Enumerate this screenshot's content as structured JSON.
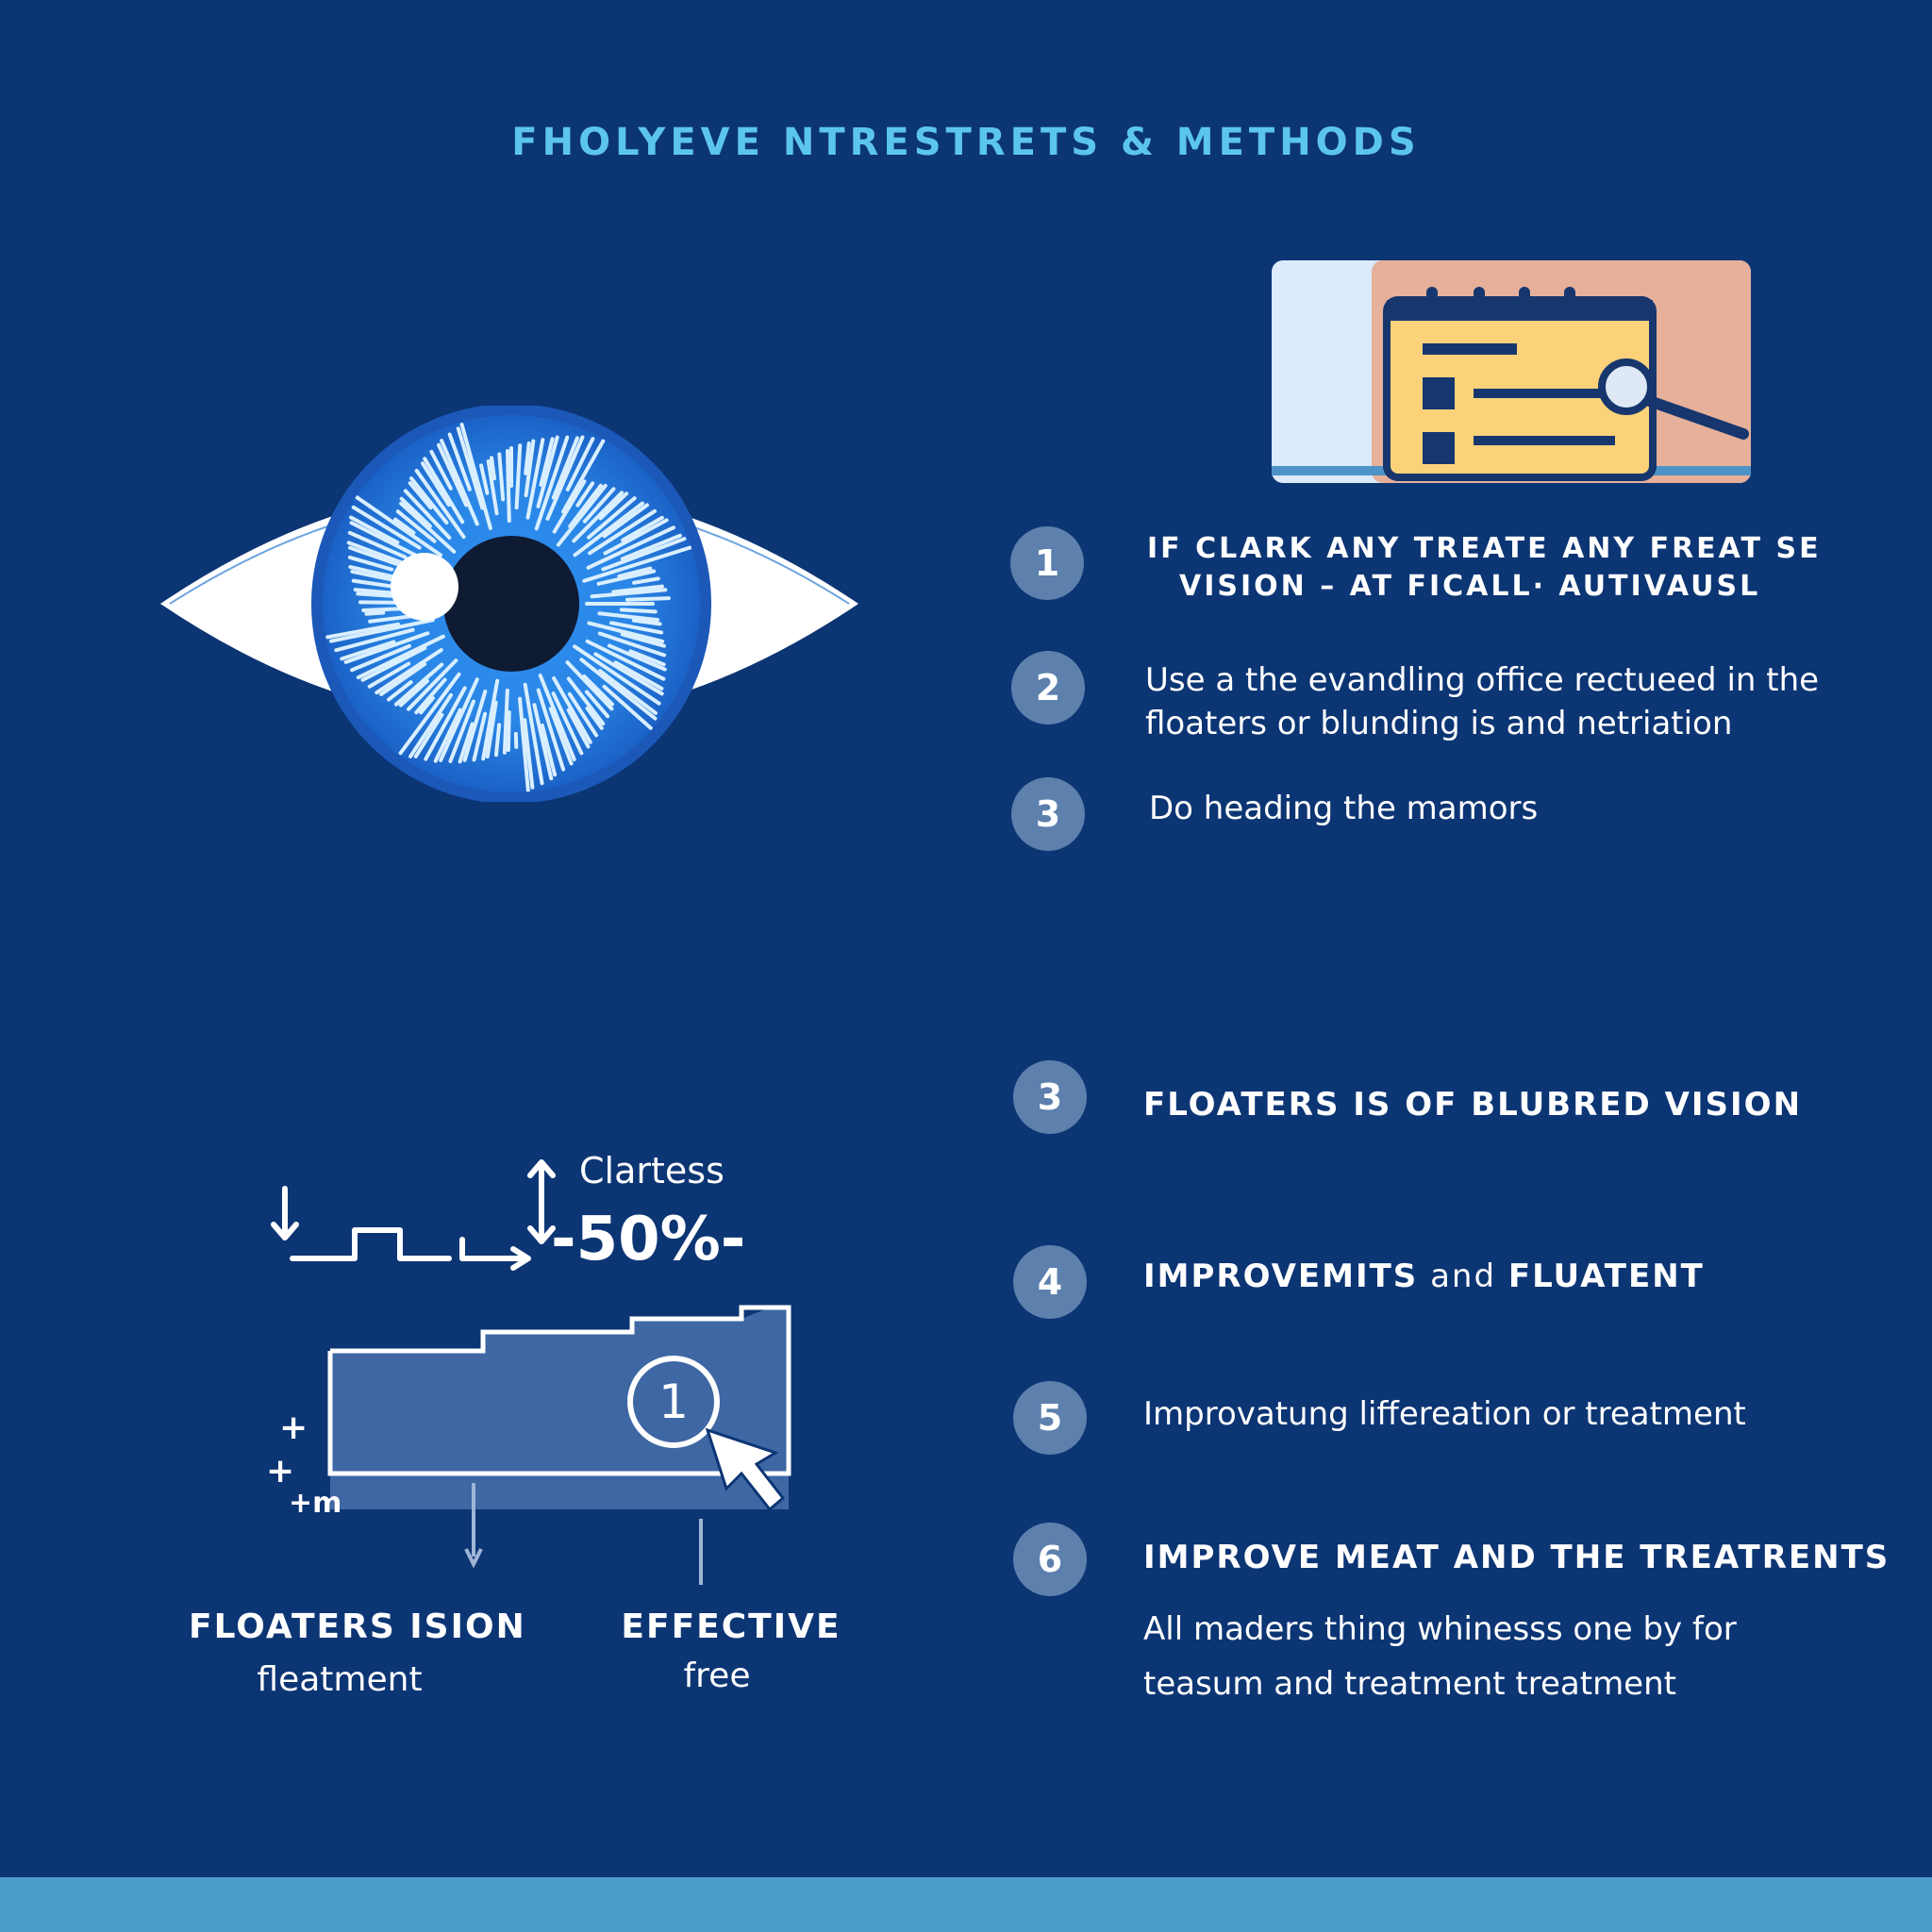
{
  "header": {
    "title": "FHOLYEVE NTRESTRETS & METHODS"
  },
  "illustrations": {
    "eye": "eye-icon",
    "calendar": "calendar-magnifier-icon"
  },
  "steps_top": [
    {
      "num": "1",
      "line1": "IF CLARK ANY TREATE ANY FREAT SE",
      "line2": "VISION  – AT FICALL· AUTIVAUSL"
    },
    {
      "num": "2",
      "line1": "Use a the evandling office rectueed in the",
      "line2": "floaters or blunding is and netriation"
    },
    {
      "num": "3",
      "line1": "Do heading the mamors"
    }
  ],
  "steps_bottom": [
    {
      "num": "3",
      "text": "FLOATERS IS OF BLUBRED VISION"
    },
    {
      "num": "4",
      "text_bold_a": "IMPROVEMITS",
      "text_mid": " and ",
      "text_bold_b": "FLUATENT"
    },
    {
      "num": "5",
      "text": "Improvatung liffereation or treatment"
    },
    {
      "num": "6",
      "text": "IMPROVE MEAT AND THE TREATRENTS",
      "desc_line1": "All maders thing whinesss one by for",
      "desc_line2": "teasum and treatment treatment"
    }
  ],
  "chart": {
    "clarity_label": "Clartess",
    "percent": "-50%-",
    "badge_number": "1",
    "plus_marks": [
      "+",
      "+",
      "+m"
    ],
    "left_label": "FLOATERS ISION",
    "left_sub": "fleatment",
    "right_label": "EFFECTIVE",
    "right_sub": "free"
  },
  "colors": {
    "background": "#0c3574",
    "accent": "#5cc5ee",
    "badge": "#5d80ad",
    "footer": "#4a9ccb"
  }
}
